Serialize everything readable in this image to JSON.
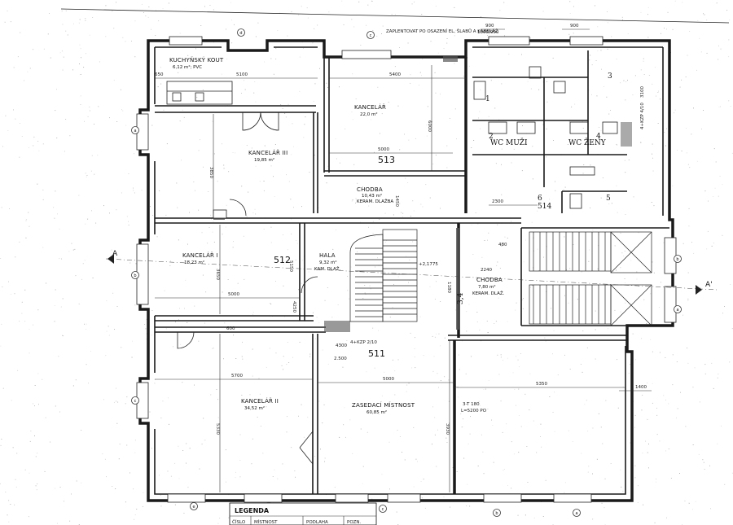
{
  "rooms": {
    "kitchen": {
      "name": "KUCHYŇSKÝ KOUT",
      "area": "6,12 m²; PVC"
    },
    "office_top": {
      "name": "KANCELÁŘ",
      "area": "22,0 m²"
    },
    "office_3": {
      "name": "KANCELÁŘ III",
      "area": "19,85 m²"
    },
    "corridor_top": {
      "name": "CHODBA",
      "area": "10,43 m²",
      "floor": "KERAM. DLAŽBA"
    },
    "office_1": {
      "name": "KANCELÁŘ I",
      "area": "18,23 m²"
    },
    "hall": {
      "name": "HALA",
      "area": "9,32 m²",
      "floor": "KAM. DLAŽ."
    },
    "corridor_right": {
      "name": "CHODBA",
      "area": "7,80 m²",
      "floor": "KERAM. DLAŽ."
    },
    "office_2": {
      "name": "KANCELÁŘ II",
      "area": "34,52 m²"
    },
    "meeting": {
      "name": "ZASEDACÍ MÍSTNOST",
      "area": "60,85 m²"
    }
  },
  "handwritten": {
    "r513": "513",
    "r512": "512",
    "r511": "511",
    "wc_men": "WC MUŽI",
    "wc_women": "WC ŽENY",
    "r514": "514",
    "n1": "1",
    "n2": "2",
    "n3": "3",
    "n4": "4",
    "n5": "5",
    "n6": "6",
    "stair_note": "3,4"
  },
  "notes": {
    "wall_note": "ZAPLENTOVAT PO OSAZENÍ EL. ŠLABŮ A KABELÁŽ",
    "stair_label": "4+KZP 2/10",
    "level": "+2,1775",
    "lintel": "3-T 180",
    "lintel_len": "L=5200 PO",
    "label_lm": "4+KZP 4/10"
  },
  "dims": {
    "d900a": "900",
    "d900b": "900",
    "d1500": "1500/900",
    "d650": "650",
    "d5100": "5100",
    "d5400": "5400",
    "d1450": "1450",
    "d3100": "3100",
    "d5000a": "5000",
    "d5000b": "5000",
    "d5000c": "5000",
    "d5700": "5700",
    "d5350": "5350",
    "d2300": "2300",
    "d2240": "2240",
    "d2500": "2.500",
    "d4300": "4300",
    "d1400": "1400",
    "d3650": "3650",
    "d3850": "3850",
    "d5330": "5330",
    "d4250": "4250",
    "d5150": "5150",
    "d480": "480",
    "d600": "600",
    "d1180": "1180",
    "d3930": "3930",
    "d6000": "6000"
  },
  "axes": {
    "A_left": "A",
    "A_right": "A'"
  },
  "legend": {
    "title": "LEGENDA",
    "col1": "ČÍSLO",
    "col2": "MÍSTNOST",
    "col3": "PODLAHA",
    "col4": "POZN."
  },
  "bubbles": [
    "a",
    "b",
    "c",
    "d",
    "e"
  ]
}
